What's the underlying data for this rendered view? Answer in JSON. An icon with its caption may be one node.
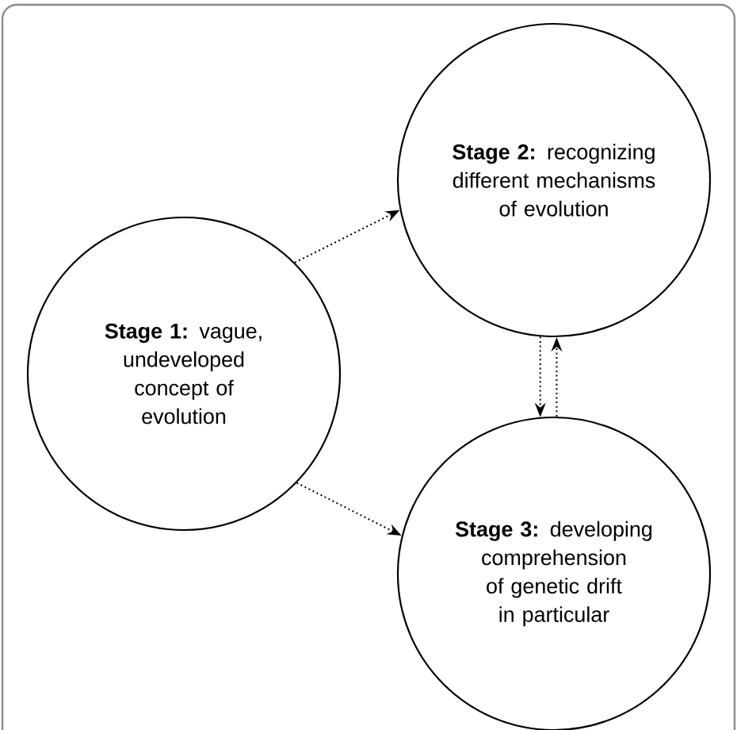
{
  "diagram": {
    "nodes": [
      {
        "text": [
          "**Stage 1:** vague, undeveloped concept of evolution"
        ]
      },
      {
        "text": [
          "**Stage 2:** recognizing different mechanisms of evolution"
        ]
      },
      {
        "text": [
          "**Stage 3:** developing comprehension of genetic drift in particular"
        ]
      }
    ],
    "edges": [
      {
        "from": 0,
        "to": 1,
        "arrow": "to"
      },
      {
        "from": 0,
        "to": 2,
        "arrow": "to"
      },
      {
        "from": 1,
        "to": 2,
        "arrow": "to"
      },
      {
        "from": 2,
        "to": 1,
        "arrow": "to"
      }
    ]
  }
}
